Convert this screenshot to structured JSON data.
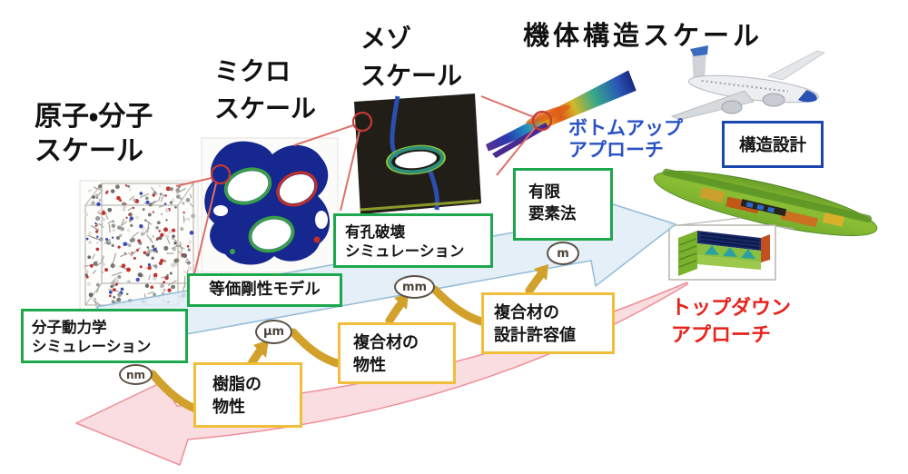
{
  "scene": {
    "scale_titles": {
      "atomic": {
        "line1": "原子・分子",
        "line2": "スケール"
      },
      "micro": {
        "line1": "ミクロ",
        "line2": "スケール"
      },
      "meso": {
        "line1": "メゾ",
        "line2": "スケール"
      },
      "airframe": {
        "line1": "機体構造スケール"
      }
    },
    "approach_labels": {
      "bottom_up": {
        "line1": "ボトムアップ",
        "line2": "アプローチ"
      },
      "top_down": {
        "line1": "トップダウン",
        "line2": "アプローチ"
      }
    },
    "method_boxes": {
      "molecular_dynamics": {
        "line1": "分子動力学",
        "line2": "シミュレーション"
      },
      "equivalent_stiffness": {
        "line1": "等価剛性モデル"
      },
      "perforated_fracture": {
        "line1": "有孔破壊",
        "line2": "シミュレーション"
      },
      "finite_element": {
        "line1": "有限",
        "line2": "要素法"
      }
    },
    "property_boxes": {
      "resin": {
        "line1": "樹脂の",
        "line2": "物性"
      },
      "composite": {
        "line1": "複合材の",
        "line2": "物性"
      },
      "design_allowables": {
        "line1": "複合材の",
        "line2": "設計許容値"
      }
    },
    "design_box": {
      "label": "構造設計"
    },
    "scale_units": {
      "nm": "nm",
      "um": "μm",
      "mm": "mm",
      "m": "m"
    },
    "colors": {
      "green_border": "#1ea84e",
      "yellow_border": "#f0be3a",
      "blue_border": "#1a46ad",
      "blue_text": "#2a52c4",
      "red_text": "#e8231c",
      "gold_arrow": "#d2a12b",
      "blue_arrow_fill": "#dfecf6",
      "blue_arrow_stroke": "#93bcd8",
      "pink_arrow_fill": "#f8d2d6",
      "pink_arrow_stroke": "#ee8e97"
    }
  }
}
